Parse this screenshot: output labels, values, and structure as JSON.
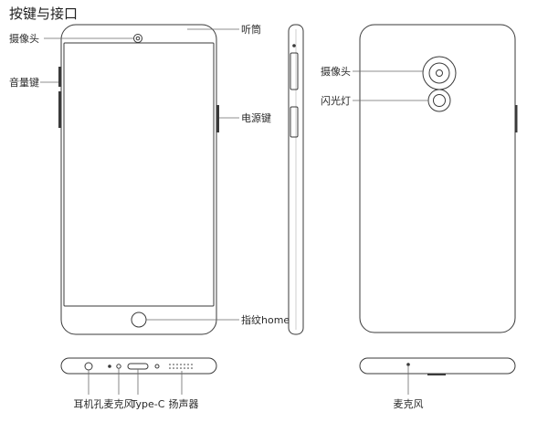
{
  "title": "按键与接口",
  "front_labels": {
    "camera": "摄像头",
    "earpiece": "听筒",
    "volume": "音量键",
    "power": "电源键",
    "fingerprint": "指纹home"
  },
  "back_labels": {
    "camera": "摄像头",
    "flash": "闪光灯"
  },
  "bottom_labels": {
    "headphone_jack": "耳机孔",
    "microphone": "麦克风",
    "usb": "Type-C",
    "speaker": "扬声器"
  },
  "top_labels": {
    "microphone": "麦克风"
  }
}
